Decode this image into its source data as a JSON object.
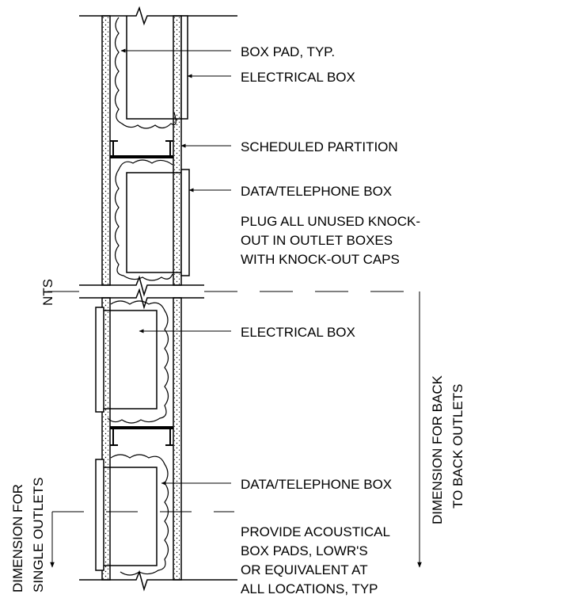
{
  "labels": {
    "box_pad": "BOX PAD, TYP.",
    "electrical_box_top": "ELECTRICAL BOX",
    "scheduled_partition": "SCHEDULED PARTITION",
    "data_tel_box_top": "DATA/TELEPHONE BOX",
    "plug_line1": "PLUG ALL UNUSED KNOCK-",
    "plug_line2": "OUT IN OUTLET BOXES",
    "plug_line3": "WITH KNOCK-OUT CAPS",
    "nts": "NTS",
    "electrical_box_bottom": "ELECTRICAL BOX",
    "data_tel_box_bottom": "DATA/TELEPHONE BOX",
    "provide_line1": "PROVIDE ACOUSTICAL",
    "provide_line2": "BOX PADS, LOWR'S",
    "provide_line3": "OR EQUIVALENT AT",
    "provide_line4": "ALL LOCATIONS, TYP",
    "dim_back_line1": "DIMENSION FOR BACK",
    "dim_back_line2": "TO BACK OUTLETS",
    "dim_single_line1": "DIMENSION FOR",
    "dim_single_line2": "SINGLE OUTLETS"
  },
  "colors": {
    "ink": "#000000",
    "paper": "#ffffff"
  }
}
